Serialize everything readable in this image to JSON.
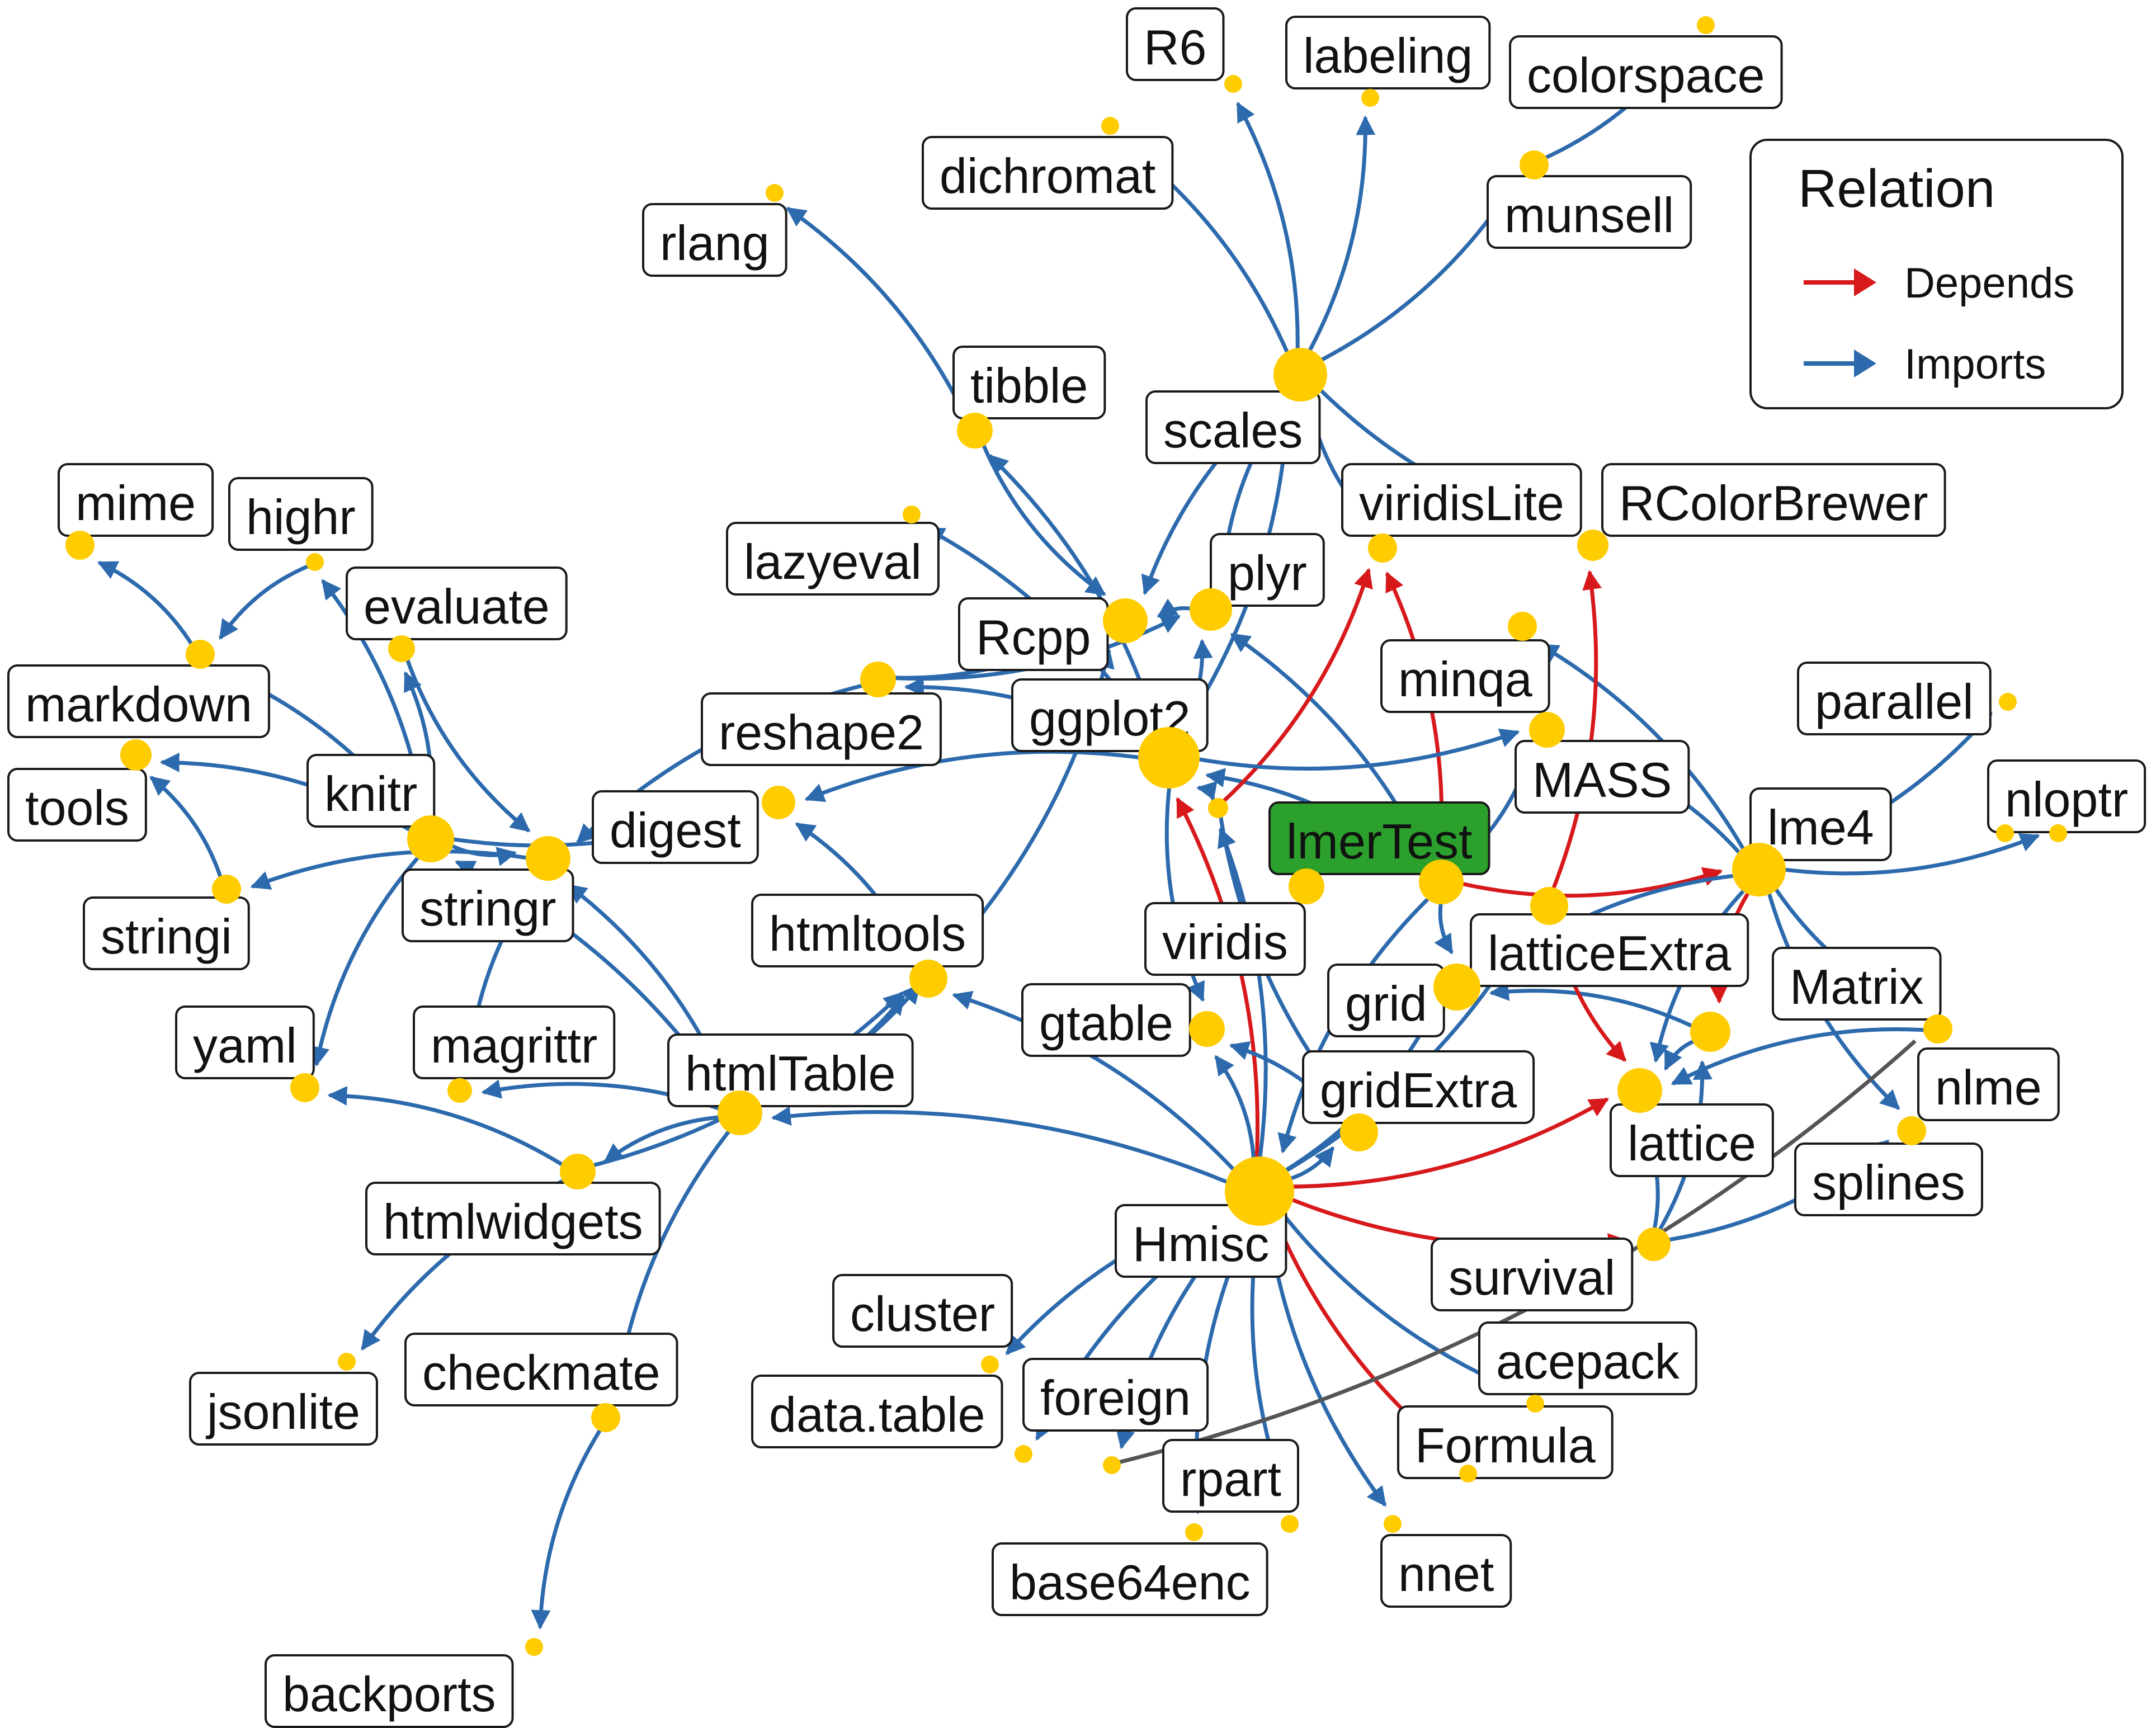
{
  "colors": {
    "depends": "#d7191c",
    "imports": "#2c6aad",
    "other": "#555555",
    "node": "#ffcc00",
    "focus_fill": "#2ca02c"
  },
  "legend": {
    "title": "Relation",
    "items": [
      {
        "label": "Depends",
        "color": "#d7191c"
      },
      {
        "label": "Imports",
        "color": "#2c6aad"
      }
    ]
  },
  "nodes": [
    {
      "id": "lmerTest",
      "label": "lmerTest",
      "focus": true
    },
    {
      "id": "lme4",
      "label": "lme4"
    },
    {
      "id": "Matrix",
      "label": "Matrix"
    },
    {
      "id": "stats",
      "label": ""
    },
    {
      "id": "methods",
      "label": ""
    },
    {
      "id": "numDeriv",
      "label": ""
    },
    {
      "id": "ggplot2",
      "label": "ggplot2"
    },
    {
      "id": "Hmisc",
      "label": "Hmisc"
    },
    {
      "id": "MASS",
      "label": "MASS"
    },
    {
      "id": "minqa",
      "label": "minqa"
    },
    {
      "id": "nloptr",
      "label": "nloptr"
    },
    {
      "id": "nlme",
      "label": "nlme"
    },
    {
      "id": "splines",
      "label": "splines"
    },
    {
      "id": "parallel",
      "label": "parallel"
    },
    {
      "id": "lattice",
      "label": "lattice"
    },
    {
      "id": "grid",
      "label": "grid"
    },
    {
      "id": "survival",
      "label": "survival"
    },
    {
      "id": "Formula",
      "label": "Formula"
    },
    {
      "id": "latticeExtra",
      "label": "latticeExtra"
    },
    {
      "id": "RColorBrewer",
      "label": "RColorBrewer"
    },
    {
      "id": "viridisLite",
      "label": "viridisLite"
    },
    {
      "id": "viridis",
      "label": "viridis"
    },
    {
      "id": "gridExtra",
      "label": "gridExtra"
    },
    {
      "id": "gtable",
      "label": "gtable"
    },
    {
      "id": "scales",
      "label": "scales"
    },
    {
      "id": "plyr",
      "label": "plyr"
    },
    {
      "id": "Rcpp",
      "label": "Rcpp"
    },
    {
      "id": "reshape2",
      "label": "reshape2"
    },
    {
      "id": "tibble",
      "label": "tibble"
    },
    {
      "id": "rlang",
      "label": "rlang"
    },
    {
      "id": "lazyeval",
      "label": "lazyeval"
    },
    {
      "id": "digest",
      "label": "digest"
    },
    {
      "id": "htmltools",
      "label": "htmltools"
    },
    {
      "id": "htmlTable",
      "label": "htmlTable"
    },
    {
      "id": "stringr",
      "label": "stringr"
    },
    {
      "id": "magrittr",
      "label": "magrittr"
    },
    {
      "id": "stringi",
      "label": "stringi"
    },
    {
      "id": "knitr",
      "label": "knitr"
    },
    {
      "id": "evaluate",
      "label": "evaluate"
    },
    {
      "id": "highr",
      "label": "highr"
    },
    {
      "id": "markdown",
      "label": "markdown"
    },
    {
      "id": "mime",
      "label": "mime"
    },
    {
      "id": "yaml",
      "label": "yaml"
    },
    {
      "id": "tools",
      "label": "tools"
    },
    {
      "id": "htmlwidgets",
      "label": "htmlwidgets"
    },
    {
      "id": "jsonlite",
      "label": "jsonlite"
    },
    {
      "id": "checkmate",
      "label": "checkmate"
    },
    {
      "id": "backports",
      "label": "backports"
    },
    {
      "id": "cluster",
      "label": "cluster"
    },
    {
      "id": "data.table",
      "label": "data.table"
    },
    {
      "id": "foreign",
      "label": "foreign"
    },
    {
      "id": "rpart",
      "label": "rpart"
    },
    {
      "id": "base64enc",
      "label": "base64enc"
    },
    {
      "id": "nnet",
      "label": "nnet"
    },
    {
      "id": "acepack",
      "label": "acepack"
    },
    {
      "id": "dichromat",
      "label": "dichromat"
    },
    {
      "id": "R6",
      "label": "R6"
    },
    {
      "id": "labeling",
      "label": "labeling"
    },
    {
      "id": "colorspace",
      "label": "colorspace"
    },
    {
      "id": "munsell",
      "label": "munsell"
    }
  ],
  "edges": [
    {
      "from": "lmerTest",
      "to": "lme4",
      "type": "depends"
    },
    {
      "from": "lmerTest",
      "to": "viridisLite",
      "type": "depends"
    },
    {
      "from": "lmerTest",
      "to": "ggplot2",
      "type": "imports"
    },
    {
      "from": "lmerTest",
      "to": "MASS",
      "type": "imports"
    },
    {
      "from": "lmerTest",
      "to": "Hmisc",
      "type": "imports"
    },
    {
      "from": "lmerTest",
      "to": "plyr",
      "type": "imports"
    },
    {
      "from": "lmerTest",
      "to": "grid",
      "type": "imports"
    },
    {
      "from": "lme4",
      "to": "Matrix",
      "type": "depends"
    },
    {
      "from": "lme4",
      "to": "lattice",
      "type": "imports"
    },
    {
      "from": "lme4",
      "to": "grid",
      "type": "imports"
    },
    {
      "from": "lme4",
      "to": "minqa",
      "type": "imports"
    },
    {
      "from": "lme4",
      "to": "nloptr",
      "type": "imports"
    },
    {
      "from": "lme4",
      "to": "nlme",
      "type": "imports"
    },
    {
      "from": "lme4",
      "to": "splines",
      "type": "imports"
    },
    {
      "from": "lme4",
      "to": "parallel",
      "type": "imports"
    },
    {
      "from": "lme4",
      "to": "MASS",
      "type": "imports"
    },
    {
      "from": "Matrix",
      "to": "lattice",
      "type": "imports"
    },
    {
      "from": "Matrix",
      "to": "grid",
      "type": "imports"
    },
    {
      "from": "nlme",
      "to": "lattice",
      "type": "imports"
    },
    {
      "from": "survival",
      "to": "lattice",
      "type": "imports"
    },
    {
      "from": "survival",
      "to": "splines",
      "type": "imports"
    },
    {
      "from": "survival",
      "to": "Matrix",
      "type": "imports"
    },
    {
      "from": "latticeExtra",
      "to": "lattice",
      "type": "depends"
    },
    {
      "from": "latticeExtra",
      "to": "RColorBrewer",
      "type": "depends"
    },
    {
      "from": "latticeExtra",
      "to": "grid",
      "type": "imports"
    },
    {
      "from": "Hmisc",
      "to": "lattice",
      "type": "depends"
    },
    {
      "from": "Hmisc",
      "to": "survival",
      "type": "depends"
    },
    {
      "from": "Hmisc",
      "to": "Formula",
      "type": "depends"
    },
    {
      "from": "Hmisc",
      "to": "ggplot2",
      "type": "depends"
    },
    {
      "from": "Hmisc",
      "to": "latticeExtra",
      "type": "imports"
    },
    {
      "from": "Hmisc",
      "to": "cluster",
      "type": "imports"
    },
    {
      "from": "Hmisc",
      "to": "rpart",
      "type": "imports"
    },
    {
      "from": "Hmisc",
      "to": "nnet",
      "type": "imports"
    },
    {
      "from": "Hmisc",
      "to": "acepack",
      "type": "imports"
    },
    {
      "from": "Hmisc",
      "to": "foreign",
      "type": "imports"
    },
    {
      "from": "Hmisc",
      "to": "gtable",
      "type": "imports"
    },
    {
      "from": "Hmisc",
      "to": "grid",
      "type": "imports"
    },
    {
      "from": "Hmisc",
      "to": "gridExtra",
      "type": "imports"
    },
    {
      "from": "Hmisc",
      "to": "data.table",
      "type": "imports"
    },
    {
      "from": "Hmisc",
      "to": "htmlTable",
      "type": "imports"
    },
    {
      "from": "Hmisc",
      "to": "viridis",
      "type": "imports"
    },
    {
      "from": "Hmisc",
      "to": "htmltools",
      "type": "imports"
    },
    {
      "from": "Hmisc",
      "to": "base64enc",
      "type": "imports"
    },
    {
      "from": "viridis",
      "to": "viridisLite",
      "type": "depends"
    },
    {
      "from": "viridis",
      "to": "ggplot2",
      "type": "imports"
    },
    {
      "from": "viridis",
      "to": "gridExtra",
      "type": "imports"
    },
    {
      "from": "gridExtra",
      "to": "gtable",
      "type": "imports"
    },
    {
      "from": "ggplot2",
      "to": "digest",
      "type": "imports"
    },
    {
      "from": "ggplot2",
      "to": "gtable",
      "type": "imports"
    },
    {
      "from": "ggplot2",
      "to": "MASS",
      "type": "imports"
    },
    {
      "from": "ggplot2",
      "to": "plyr",
      "type": "imports"
    },
    {
      "from": "ggplot2",
      "to": "reshape2",
      "type": "imports"
    },
    {
      "from": "ggplot2",
      "to": "scales",
      "type": "imports"
    },
    {
      "from": "ggplot2",
      "to": "tibble",
      "type": "imports"
    },
    {
      "from": "ggplot2",
      "to": "lazyeval",
      "type": "imports"
    },
    {
      "from": "plyr",
      "to": "Rcpp",
      "type": "imports"
    },
    {
      "from": "reshape2",
      "to": "plyr",
      "type": "imports"
    },
    {
      "from": "reshape2",
      "to": "Rcpp",
      "type": "imports"
    },
    {
      "from": "reshape2",
      "to": "stringr",
      "type": "imports"
    },
    {
      "from": "tibble",
      "to": "Rcpp",
      "type": "imports"
    },
    {
      "from": "tibble",
      "to": "rlang",
      "type": "imports"
    },
    {
      "from": "scales",
      "to": "RColorBrewer",
      "type": "imports"
    },
    {
      "from": "scales",
      "to": "dichromat",
      "type": "imports"
    },
    {
      "from": "scales",
      "to": "plyr",
      "type": "imports"
    },
    {
      "from": "scales",
      "to": "munsell",
      "type": "imports"
    },
    {
      "from": "scales",
      "to": "labeling",
      "type": "imports"
    },
    {
      "from": "scales",
      "to": "Rcpp",
      "type": "imports"
    },
    {
      "from": "scales",
      "to": "R6",
      "type": "imports"
    },
    {
      "from": "scales",
      "to": "viridisLite",
      "type": "imports"
    },
    {
      "from": "munsell",
      "to": "colorspace",
      "type": "imports"
    },
    {
      "from": "htmltools",
      "to": "digest",
      "type": "imports"
    },
    {
      "from": "htmltools",
      "to": "Rcpp",
      "type": "imports"
    },
    {
      "from": "htmlTable",
      "to": "stringr",
      "type": "imports"
    },
    {
      "from": "htmlTable",
      "to": "knitr",
      "type": "imports"
    },
    {
      "from": "htmlTable",
      "to": "magrittr",
      "type": "imports"
    },
    {
      "from": "htmlTable",
      "to": "checkmate",
      "type": "imports"
    },
    {
      "from": "htmlTable",
      "to": "htmlwidgets",
      "type": "imports"
    },
    {
      "from": "htmlTable",
      "to": "htmltools",
      "type": "imports"
    },
    {
      "from": "htmlTable",
      "to": "rstudioapi",
      "type": "imports"
    },
    {
      "from": "htmlwidgets",
      "to": "htmltools",
      "type": "imports"
    },
    {
      "from": "htmlwidgets",
      "to": "jsonlite",
      "type": "imports"
    },
    {
      "from": "htmlwidgets",
      "to": "yaml",
      "type": "imports"
    },
    {
      "from": "checkmate",
      "to": "backports",
      "type": "imports"
    },
    {
      "from": "stringr",
      "to": "stringi",
      "type": "imports"
    },
    {
      "from": "stringr",
      "to": "magrittr",
      "type": "imports"
    },
    {
      "from": "knitr",
      "to": "evaluate",
      "type": "imports"
    },
    {
      "from": "knitr",
      "to": "digest",
      "type": "imports"
    },
    {
      "from": "knitr",
      "to": "highr",
      "type": "imports"
    },
    {
      "from": "knitr",
      "to": "markdown",
      "type": "imports"
    },
    {
      "from": "knitr",
      "to": "stringr",
      "type": "imports"
    },
    {
      "from": "knitr",
      "to": "yaml",
      "type": "imports"
    },
    {
      "from": "knitr",
      "to": "tools",
      "type": "imports"
    },
    {
      "from": "markdown",
      "to": "mime",
      "type": "imports"
    },
    {
      "from": "highr",
      "to": "markdown",
      "type": "imports"
    },
    {
      "from": "stringi",
      "to": "tools",
      "type": "imports"
    },
    {
      "from": "evaluate",
      "to": "stringr",
      "type": "imports"
    },
    {
      "from": "foreign",
      "to": "stats",
      "type": "other"
    }
  ]
}
